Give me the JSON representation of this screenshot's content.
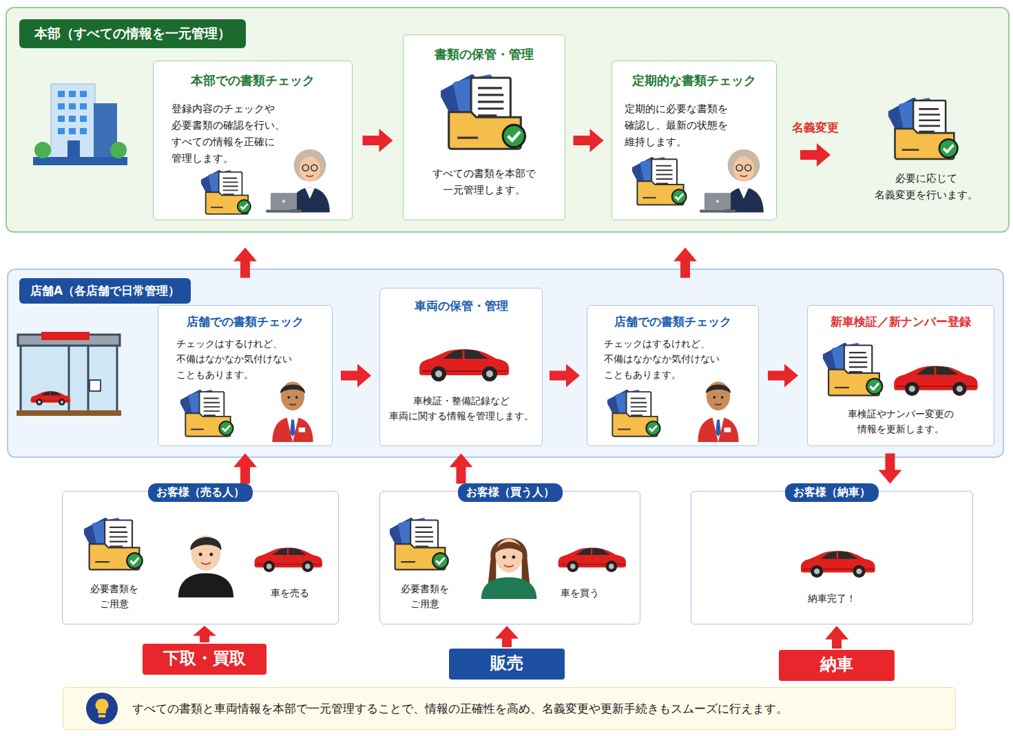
{
  "diagram": {
    "nodes": [
      {
        "text": [
          "本部（すべての情報を一元管理）"
        ]
      },
      {
        "text": [
          "本部での書類チェック",
          "登録内容のチェックや 必要書類の確認を行い、 すべての情報を正確に 管理します。"
        ],
        "in": 0
      },
      {
        "text": [
          "書類の保管・管理",
          "すべての書類を本部で 一元管理します。"
        ],
        "in": 0
      },
      {
        "text": [
          "定期的な書類チェック",
          "定期的に必要な書類を 確認し、最新の状態を 維持します。"
        ],
        "in": 0
      },
      {
        "text": [
          "必要に応じて 名義変更を行います。"
        ],
        "in": 0
      },
      {
        "text": [
          "店舗A（各店舗で日常管理）"
        ]
      },
      {
        "text": [
          "店舗での書類チェック",
          "チェックはするけれど、 不備はなかなか気付けない こともあります。"
        ],
        "in": 5
      },
      {
        "text": [
          "車両の保管・管理",
          "車検証・整備記録など 車両に関する情報を管理します。"
        ],
        "in": 5
      },
      {
        "text": [
          "店舗での書類チェック",
          "チェックはするけれど、 不備はなかなか気付けない こともあります。"
        ],
        "in": 5
      },
      {
        "text": [
          "新車検証／新ナンバー登録",
          "車検証やナンバー変更の 情報を更新します。"
        ],
        "in": 5
      },
      {
        "text": [
          "お客様（売る人）",
          "必要書類を ご用意",
          "車を売る"
        ]
      },
      {
        "text": [
          "お客様（買う人）",
          "必要書類を ご用意",
          "車を買う"
        ]
      },
      {
        "text": [
          "お客様（納車）",
          "納車完了！"
        ]
      },
      {
        "text": [
          "下取・買取"
        ]
      },
      {
        "text": [
          "販売"
        ]
      },
      {
        "text": [
          "納車"
        ]
      },
      {
        "text": [
          "すべての書類と車両情報を本部で一元管理することで、情報の正確性を高め、名義変更や更新手続きもスムーズに行えます。"
        ]
      }
    ],
    "edges": [
      {
        "from": 1,
        "to": 2,
        "arrow": "to"
      },
      {
        "from": 2,
        "to": 3,
        "arrow": "to"
      },
      {
        "from": 3,
        "to": 4,
        "label": "名義変更",
        "arrow": "to"
      },
      {
        "from": 6,
        "to": 7,
        "arrow": "to"
      },
      {
        "from": 7,
        "to": 8,
        "arrow": "to"
      },
      {
        "from": 8,
        "to": 9,
        "arrow": "to"
      },
      {
        "from": 6,
        "to": 1,
        "arrow": "to"
      },
      {
        "from": 8,
        "to": 3,
        "arrow": "to"
      },
      {
        "from": 10,
        "to": 6,
        "arrow": "to"
      },
      {
        "from": 11,
        "to": 7,
        "arrow": "to"
      },
      {
        "from": 9,
        "to": 12,
        "arrow": "to"
      },
      {
        "from": 13,
        "to": 10,
        "arrow": "to"
      },
      {
        "from": 14,
        "to": 11,
        "arrow": "to"
      },
      {
        "from": 15,
        "to": 12,
        "arrow": "to"
      }
    ]
  }
}
